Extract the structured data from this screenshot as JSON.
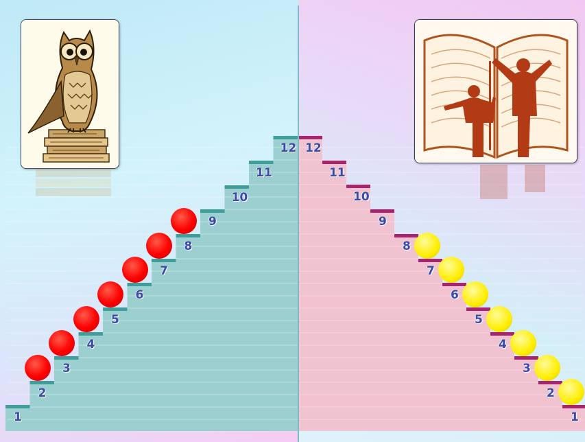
{
  "left_ladder": {
    "labels": [
      "1",
      "2",
      "3",
      "4",
      "5",
      "6",
      "7",
      "8",
      "9",
      "10",
      "11",
      "12"
    ],
    "fill_color": "#9ccfd0",
    "step_color": "#3f9d9a",
    "ball_color": "#ff0000",
    "balls_on_steps": [
      2,
      3,
      4,
      5,
      6,
      7,
      8
    ]
  },
  "right_ladder": {
    "labels": [
      "12",
      "11",
      "10",
      "9",
      "8",
      "7",
      "6",
      "5",
      "4",
      "3",
      "2",
      "1"
    ],
    "fill_color": "#f1c2cf",
    "step_color": "#a8246f",
    "ball_color": "#ffee00",
    "balls_on_steps": [
      1,
      2,
      3,
      4,
      5,
      6,
      7
    ]
  },
  "images": {
    "left": "owl-on-books-icon",
    "right": "open-book-with-readers-icon"
  }
}
